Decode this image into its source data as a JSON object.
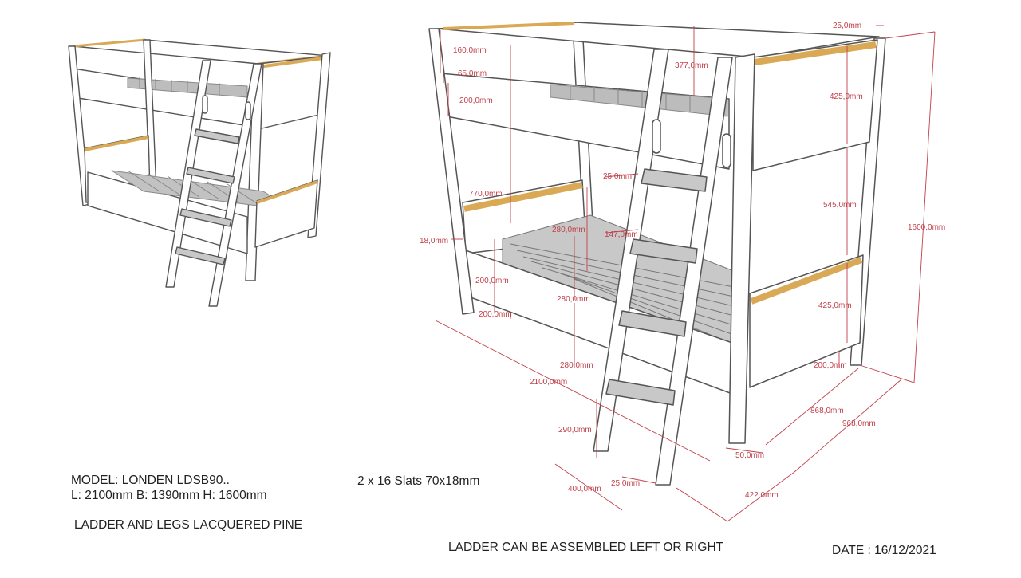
{
  "colors": {
    "dimension": "#c0404a",
    "outline": "#555555",
    "panel": "#ffffff",
    "shade": "#dcdcdc",
    "slat": "#b9b9b9",
    "pine": "#d9a955"
  },
  "info": {
    "model": "MODEL: LONDEN LDSB90..",
    "size": "L: 2100mm B: 1390mm H: 1600mm",
    "material": "LADDER AND LEGS LACQUERED PINE",
    "slats": "2 x 16 Slats 70x18mm",
    "ladder_note": "LADDER CAN BE ASSEMBLED LEFT OR RIGHT",
    "date": "DATE : 16/12/2021"
  },
  "dimensions": [
    {
      "id": "d1",
      "text": "25,0mm"
    },
    {
      "id": "d2",
      "text": "160,0mm"
    },
    {
      "id": "d3",
      "text": "377,0mm"
    },
    {
      "id": "d4",
      "text": "65,0mm"
    },
    {
      "id": "d5",
      "text": "425,0mm"
    },
    {
      "id": "d6",
      "text": "200,0mm"
    },
    {
      "id": "d7",
      "text": "25,0mm"
    },
    {
      "id": "d8",
      "text": "770,0mm"
    },
    {
      "id": "d9",
      "text": "545,0mm"
    },
    {
      "id": "d10",
      "text": "1600,0mm"
    },
    {
      "id": "d11",
      "text": "280,0mm"
    },
    {
      "id": "d12",
      "text": "147,0mm"
    },
    {
      "id": "d13",
      "text": "18,0mm"
    },
    {
      "id": "d14",
      "text": "200,0mm"
    },
    {
      "id": "d15",
      "text": "280,0mm"
    },
    {
      "id": "d16",
      "text": "425,0mm"
    },
    {
      "id": "d17",
      "text": "200,0mm"
    },
    {
      "id": "d18",
      "text": "280,0mm"
    },
    {
      "id": "d19",
      "text": "200,0mm"
    },
    {
      "id": "d20",
      "text": "2100,0mm"
    },
    {
      "id": "d21",
      "text": "868,0mm"
    },
    {
      "id": "d22",
      "text": "968,0mm"
    },
    {
      "id": "d23",
      "text": "290,0mm"
    },
    {
      "id": "d24",
      "text": "50,0mm"
    },
    {
      "id": "d25",
      "text": "400,0mm"
    },
    {
      "id": "d26",
      "text": "25,0mm"
    },
    {
      "id": "d27",
      "text": "422,0mm"
    }
  ]
}
